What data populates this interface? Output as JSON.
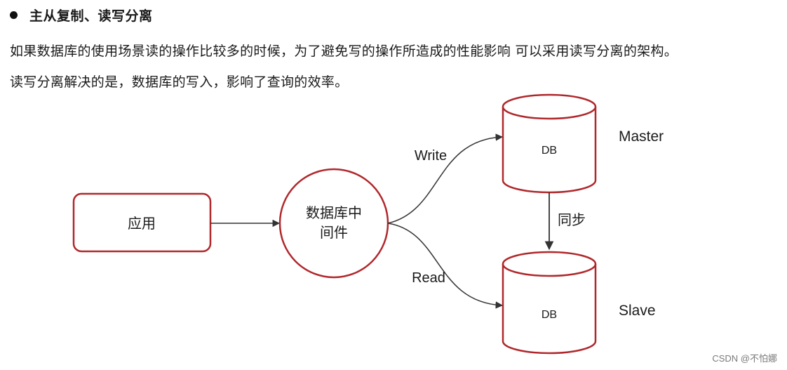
{
  "heading": "主从复制、读写分离",
  "paragraphs": [
    "如果数据库的使用场景读的操作比较多的时候，为了避免写的操作所造成的性能影响 可以采用读写分离的架构。",
    "读写分离解决的是，数据库的写入，影响了查询的效率。"
  ],
  "diagram": {
    "app_label": "应用",
    "middleware_label_line1": "数据库中",
    "middleware_label_line2": "间件",
    "write_label": "Write",
    "read_label": "Read",
    "master_db_label": "DB",
    "master_role_label": "Master",
    "slave_db_label": "DB",
    "slave_role_label": "Slave",
    "sync_label": "同步",
    "border_color": "#b0282c"
  },
  "watermark": "CSDN @不怕娜"
}
